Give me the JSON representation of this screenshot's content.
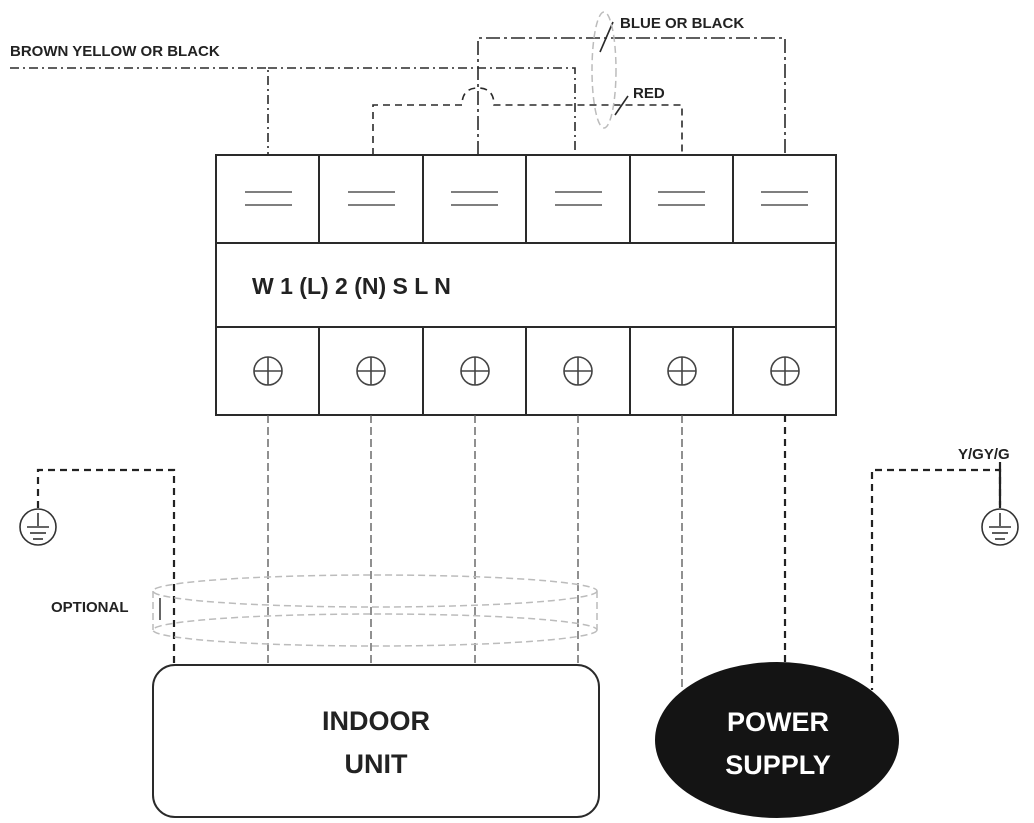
{
  "wire_labels": {
    "brown_yellow_or_black": "BROWN YELLOW OR BLACK",
    "blue_or_black": "BLUE OR BLACK",
    "red": "RED",
    "y_gy_g": "Y/GY/G",
    "optional": "OPTIONAL"
  },
  "terminal_block": {
    "label": "W 1 (L) 2 (N) S L N"
  },
  "indoor_unit": {
    "line1": "INDOOR",
    "line2": "UNIT"
  },
  "power_supply": {
    "line1": "POWER",
    "line2": "SUPPLY"
  },
  "colors": {
    "line": "#2a2a2a",
    "power_fill": "#141414",
    "power_text": "#ffffff",
    "bundle": "#bcbcbc"
  },
  "icons": [
    "ground-icon",
    "screw-terminal-icon",
    "clamp-terminal-icon"
  ]
}
